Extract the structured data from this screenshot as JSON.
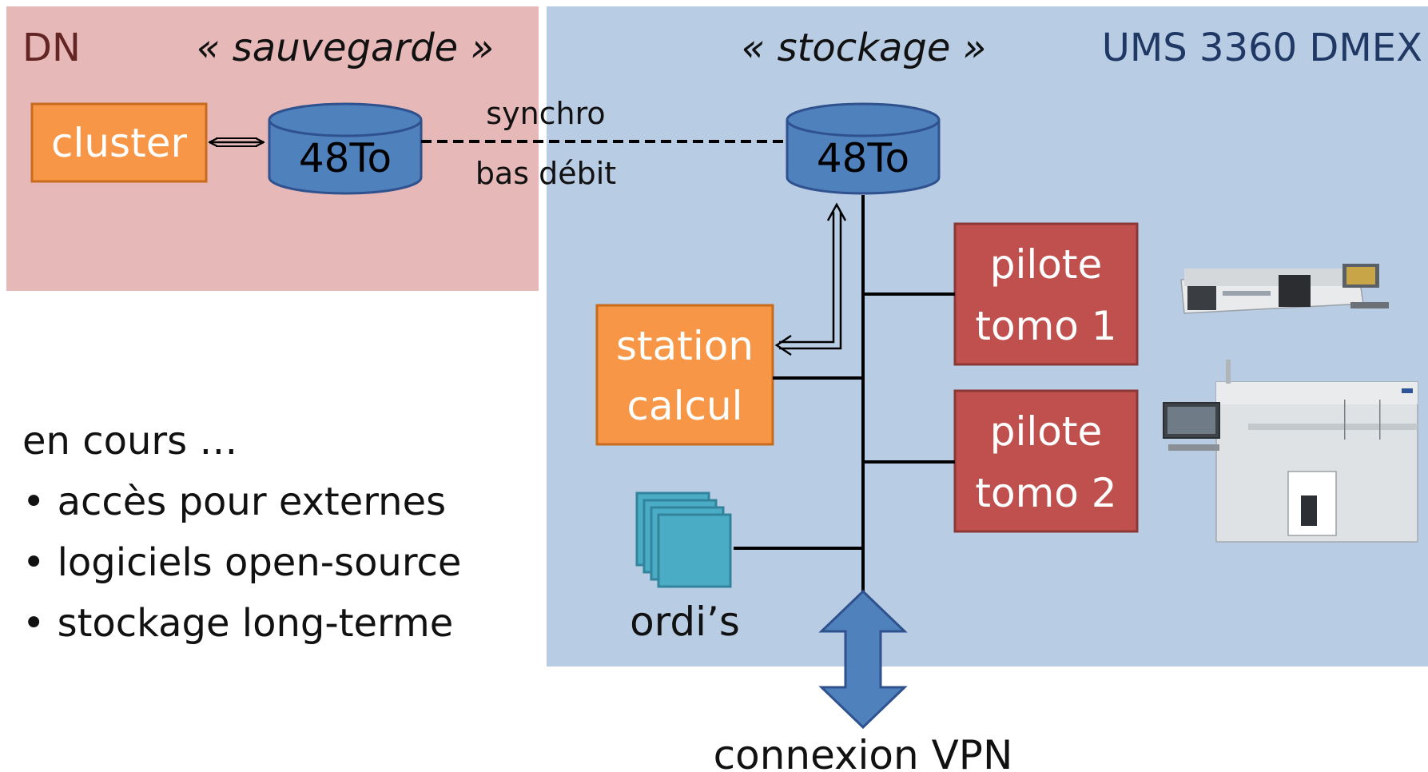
{
  "zones": {
    "dn": {
      "label": "DN",
      "title": "« sauvegarde »"
    },
    "dmex": {
      "label": "UMS 3360 DMEX",
      "title": "« stockage »"
    }
  },
  "nodes": {
    "cluster": "cluster",
    "backup_store": "48To",
    "main_store": "48To",
    "station_line1": "station",
    "station_line2": "calcul",
    "pilot1_line1": "pilote",
    "pilot1_line2": "tomo 1",
    "pilot2_line1": "pilote",
    "pilot2_line2": "tomo 2",
    "computers": "ordi’s",
    "vpn": "connexion VPN"
  },
  "link": {
    "top": "synchro",
    "bottom": "bas débit"
  },
  "notes": {
    "heading": "en cours …",
    "items": [
      "accès pour externes",
      "logiciels open-source",
      "stockage long-terme"
    ]
  },
  "colors": {
    "dn_zone": "#e6b8b7",
    "dmex_zone": "#b8cce4",
    "orange_box": "#f79646",
    "red_box": "#c0504d",
    "cylinder": "#4f81bd",
    "computer": "#4bacc6",
    "dn_label": "#632523",
    "dmex_label": "#1f3864"
  }
}
